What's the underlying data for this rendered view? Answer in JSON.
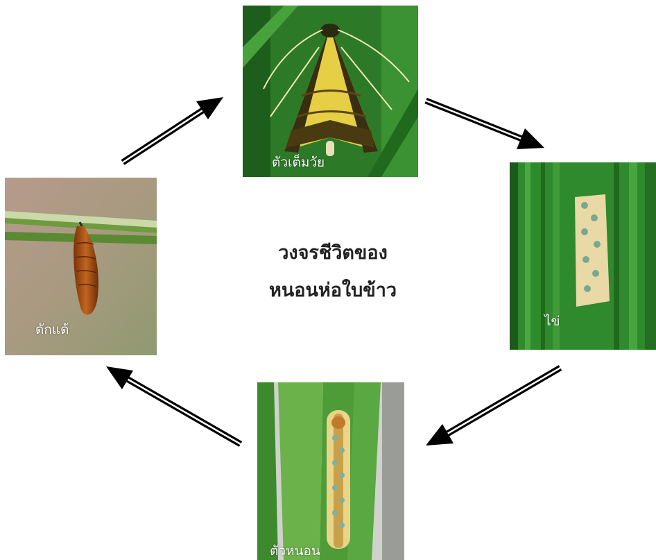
{
  "title": {
    "line1": "วงจรชีวิตของ",
    "line2": "หนอนห่อใบข้าว"
  },
  "stages": {
    "adult": {
      "label": "ตัวเต็มวัย"
    },
    "egg": {
      "label": "ไข่"
    },
    "larva": {
      "label": "ตัวหนอน"
    },
    "pupa": {
      "label": "ดักแด้"
    }
  },
  "colors": {
    "leaf_green": "#2f8a2a",
    "moth_yellow": "#e8d24a",
    "pupa_brown": "#a8541a",
    "arrow": "#000000"
  }
}
